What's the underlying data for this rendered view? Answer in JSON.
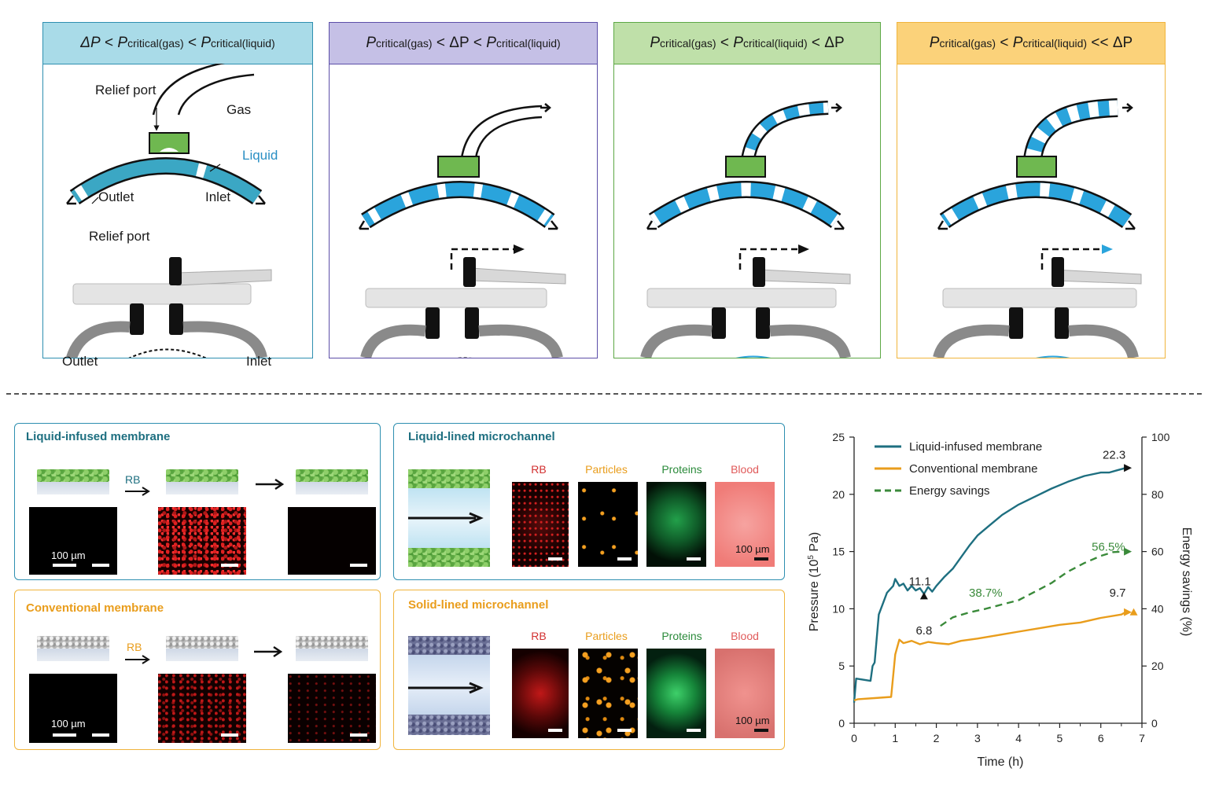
{
  "panels": [
    {
      "id": "p1",
      "prefix": "ΔP",
      "mid_op": "<",
      "p_mid": "P",
      "s_mid": "critical(gas)",
      "last_op": "<",
      "p_last": "P",
      "s_last": "critical(liquid)",
      "suffix": "",
      "border": "#2e8fb0",
      "bg": "#a9dbe8"
    },
    {
      "id": "p2",
      "p_first": "P",
      "s_first": "critical(gas)",
      "op1": "<",
      "mid": "ΔP",
      "op2": "<",
      "p_last": "P",
      "s_last": "critical(liquid)",
      "border": "#5c4ea8",
      "bg": "#c5c0e6"
    },
    {
      "id": "p3",
      "p_first": "P",
      "s_first": "critical(gas)",
      "op1": "<",
      "p_mid": "P",
      "s_mid": "critical(liquid)",
      "op2": "<",
      "last": "ΔP",
      "border": "#5da845",
      "bg": "#bfe0a9"
    },
    {
      "id": "p4",
      "p_first": "P",
      "s_first": "critical(gas)",
      "op1": "<",
      "p_mid": "P",
      "s_mid": "critical(liquid)",
      "op2": "<<",
      "last": "ΔP",
      "border": "#f0b43c",
      "bg": "#fbd27a"
    }
  ],
  "diagram_labels": {
    "relief_port": "Relief port",
    "gas": "Gas",
    "liquid": "Liquid",
    "outlet": "Outlet",
    "inlet": "Inlet",
    "relief_port_photo": "Relief port",
    "outlet_photo": "Outlet",
    "inlet_photo": "Inlet"
  },
  "colors": {
    "teal": "#1e6f80",
    "blue": "#2aa4dc",
    "orange": "#e99d1c",
    "green_dash": "#3a8a3a",
    "red_label": "#d23030",
    "orange_label": "#e99d1c",
    "green_label": "#2a8a3a",
    "blood_label": "#e05a5a"
  },
  "boxes": {
    "liquid_infused": {
      "title": "Liquid-infused membrane",
      "rb": "RB",
      "scale": "100 µm"
    },
    "conventional": {
      "title": "Conventional membrane",
      "rb": "RB",
      "scale": "100 µm"
    },
    "liquid_lined": {
      "title": "Liquid-lined microchannel",
      "cols": [
        "RB",
        "Particles",
        "Proteins",
        "Blood"
      ],
      "scale": "100 µm"
    },
    "solid_lined": {
      "title": "Solid-lined microchannel",
      "cols": [
        "RB",
        "Particles",
        "Proteins",
        "Blood"
      ],
      "scale": "100 µm"
    }
  },
  "chart_data": {
    "type": "line",
    "xlabel": "Time (h)",
    "ylabel_left": "Pressure (10^5 Pa)",
    "ylabel_left_main": "Pressure (10",
    "ylabel_left_sup": "5",
    "ylabel_left_tail": " Pa)",
    "ylabel_right": "Energy savings (%)",
    "xlim": [
      0,
      7
    ],
    "ylim_left": [
      0,
      25
    ],
    "ylim_right": [
      0,
      100
    ],
    "xticks": [
      "0",
      "1",
      "2",
      "3",
      "4",
      "5",
      "6",
      "7"
    ],
    "yticks_left": [
      "0",
      "5",
      "10",
      "15",
      "20",
      "25"
    ],
    "yticks_right": [
      "0",
      "20",
      "40",
      "60",
      "80",
      "100"
    ],
    "legend_position": "top-left",
    "series": [
      {
        "name": "Liquid-infused membrane",
        "axis": "left",
        "color": "#1e6f80",
        "style": "solid",
        "x": [
          0,
          0.05,
          0.4,
          0.45,
          0.5,
          0.6,
          0.8,
          0.95,
          1.0,
          1.1,
          1.2,
          1.3,
          1.4,
          1.5,
          1.6,
          1.7,
          1.8,
          1.9,
          2.0,
          2.2,
          2.4,
          2.6,
          2.8,
          3.0,
          3.3,
          3.6,
          4.0,
          4.4,
          4.8,
          5.2,
          5.6,
          6.0,
          6.2,
          6.4,
          6.6
        ],
        "y": [
          1.8,
          3.9,
          3.7,
          5.0,
          5.3,
          9.5,
          11.4,
          12.0,
          12.6,
          12.0,
          12.2,
          11.6,
          12.0,
          11.6,
          11.8,
          11.3,
          11.9,
          11.5,
          12.0,
          12.8,
          13.5,
          14.5,
          15.5,
          16.4,
          17.3,
          18.2,
          19.1,
          19.8,
          20.5,
          21.1,
          21.6,
          21.9,
          21.9,
          22.1,
          22.3
        ]
      },
      {
        "name": "Conventional membrane",
        "axis": "left",
        "color": "#e99d1c",
        "style": "solid",
        "x": [
          0,
          0.1,
          0.5,
          0.9,
          1.0,
          1.1,
          1.2,
          1.4,
          1.6,
          1.8,
          2.0,
          2.3,
          2.6,
          3.0,
          3.5,
          4.0,
          4.5,
          5.0,
          5.5,
          6.0,
          6.5,
          6.6
        ],
        "y": [
          2.0,
          2.1,
          2.2,
          2.3,
          6.0,
          7.3,
          7.0,
          7.2,
          6.9,
          7.1,
          7.0,
          6.9,
          7.2,
          7.4,
          7.7,
          8.0,
          8.3,
          8.6,
          8.8,
          9.2,
          9.5,
          9.7
        ]
      },
      {
        "name": "Energy savings",
        "axis": "right",
        "color": "#3a8a3a",
        "style": "dashed",
        "x": [
          2.1,
          2.4,
          2.8,
          3.2,
          3.6,
          4.0,
          4.4,
          4.8,
          5.2,
          5.6,
          6.0,
          6.3,
          6.6
        ],
        "y": [
          34,
          37,
          38.7,
          40,
          41.5,
          43,
          46,
          49,
          53,
          56,
          58.5,
          59.8,
          60
        ]
      }
    ],
    "annotations": [
      {
        "text": "11.1",
        "x": 1.6,
        "y": 11.1,
        "axis": "left"
      },
      {
        "text": "22.3",
        "x": 6.4,
        "y": 22.3,
        "axis": "left"
      },
      {
        "text": "6.8",
        "x": 1.7,
        "y": 6.8,
        "axis": "left"
      },
      {
        "text": "9.7",
        "x": 6.6,
        "y": 9.7,
        "axis": "left"
      },
      {
        "text": "38.7%",
        "x": 3.2,
        "y": 38.7,
        "axis": "right"
      },
      {
        "text": "56.5%",
        "x": 6.3,
        "y": 56.5,
        "axis": "right"
      }
    ]
  }
}
